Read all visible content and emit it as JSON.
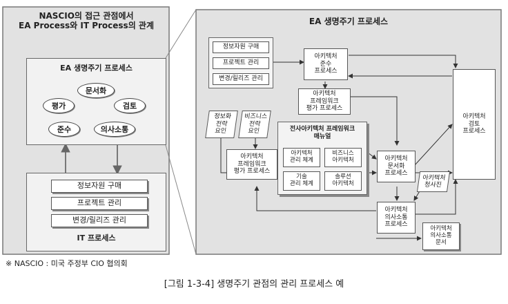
{
  "left_title": "NASCIO의 접근 관점에서\nEA Process와 IT Process의 관계",
  "left_cycle": {
    "title": "EA 생명주기 프로세스",
    "nodes": [
      "문서화",
      "평가",
      "검토",
      "준수",
      "의사소통"
    ]
  },
  "it_process": {
    "items": [
      "정보자원 구매",
      "프로젝트 관리",
      "변경/릴리즈 관리"
    ],
    "title": "IT 프로세스"
  },
  "right": {
    "title": "EA 생명주기 프로세스",
    "it_items": [
      "정보자원 구매",
      "프로젝트 관리",
      "변경/릴리즈 관리"
    ],
    "compliance": "아키텍처\n준수\n프로세스",
    "framework_eval_top": "아키텍처\n프레임워크\n평가 프로세스",
    "factor_info": "정보화\n전략\n요인",
    "factor_biz": "비즈니스\n전략\n요인",
    "framework_eval_left": "아키텍처\n프레임워크\n평가 프로세스",
    "manual_title": "전사아키텍처 프레임워크\n매뉴얼",
    "manual_cells": [
      "아키텍처\n관리 체계",
      "비즈니스\n아키텍처",
      "기술\n관리 체계",
      "솔루션\n아키텍처"
    ],
    "doc_process": "아키텍처\n문서화\n프로세스",
    "blueprint": "아키텍처\n청사진",
    "review": "아키텍처\n검토\n프로세스",
    "comm_process": "아키텍처\n의사소통\n프로세스",
    "comm_doc": "아키텍처\n의사소통\n문서"
  },
  "footnote": "※ NASCIO : 미국 주정부 CIO 협의회",
  "caption": "[그림 1-3-4] 생명주기 관점의 관리 프로세스 예"
}
